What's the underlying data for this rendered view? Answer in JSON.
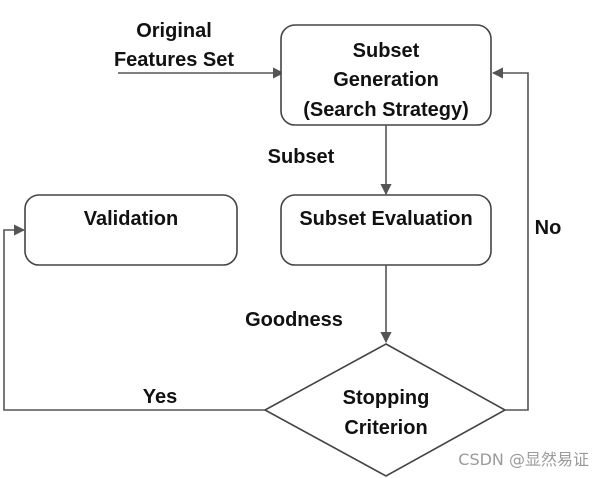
{
  "diagram": {
    "input_label_line1": "Original",
    "input_label_line2": "Features Set",
    "nodes": {
      "subset_generation": {
        "line1": "Subset",
        "line2": "Generation",
        "line3": "(Search Strategy)"
      },
      "subset_evaluation": {
        "label": "Subset Evaluation"
      },
      "validation": {
        "label": "Validation"
      },
      "stopping_criterion": {
        "line1": "Stopping",
        "line2": "Criterion"
      }
    },
    "edge_labels": {
      "subset": "Subset",
      "goodness": "Goodness",
      "yes": "Yes",
      "no": "No"
    }
  },
  "watermark": "CSDN @显然易证"
}
